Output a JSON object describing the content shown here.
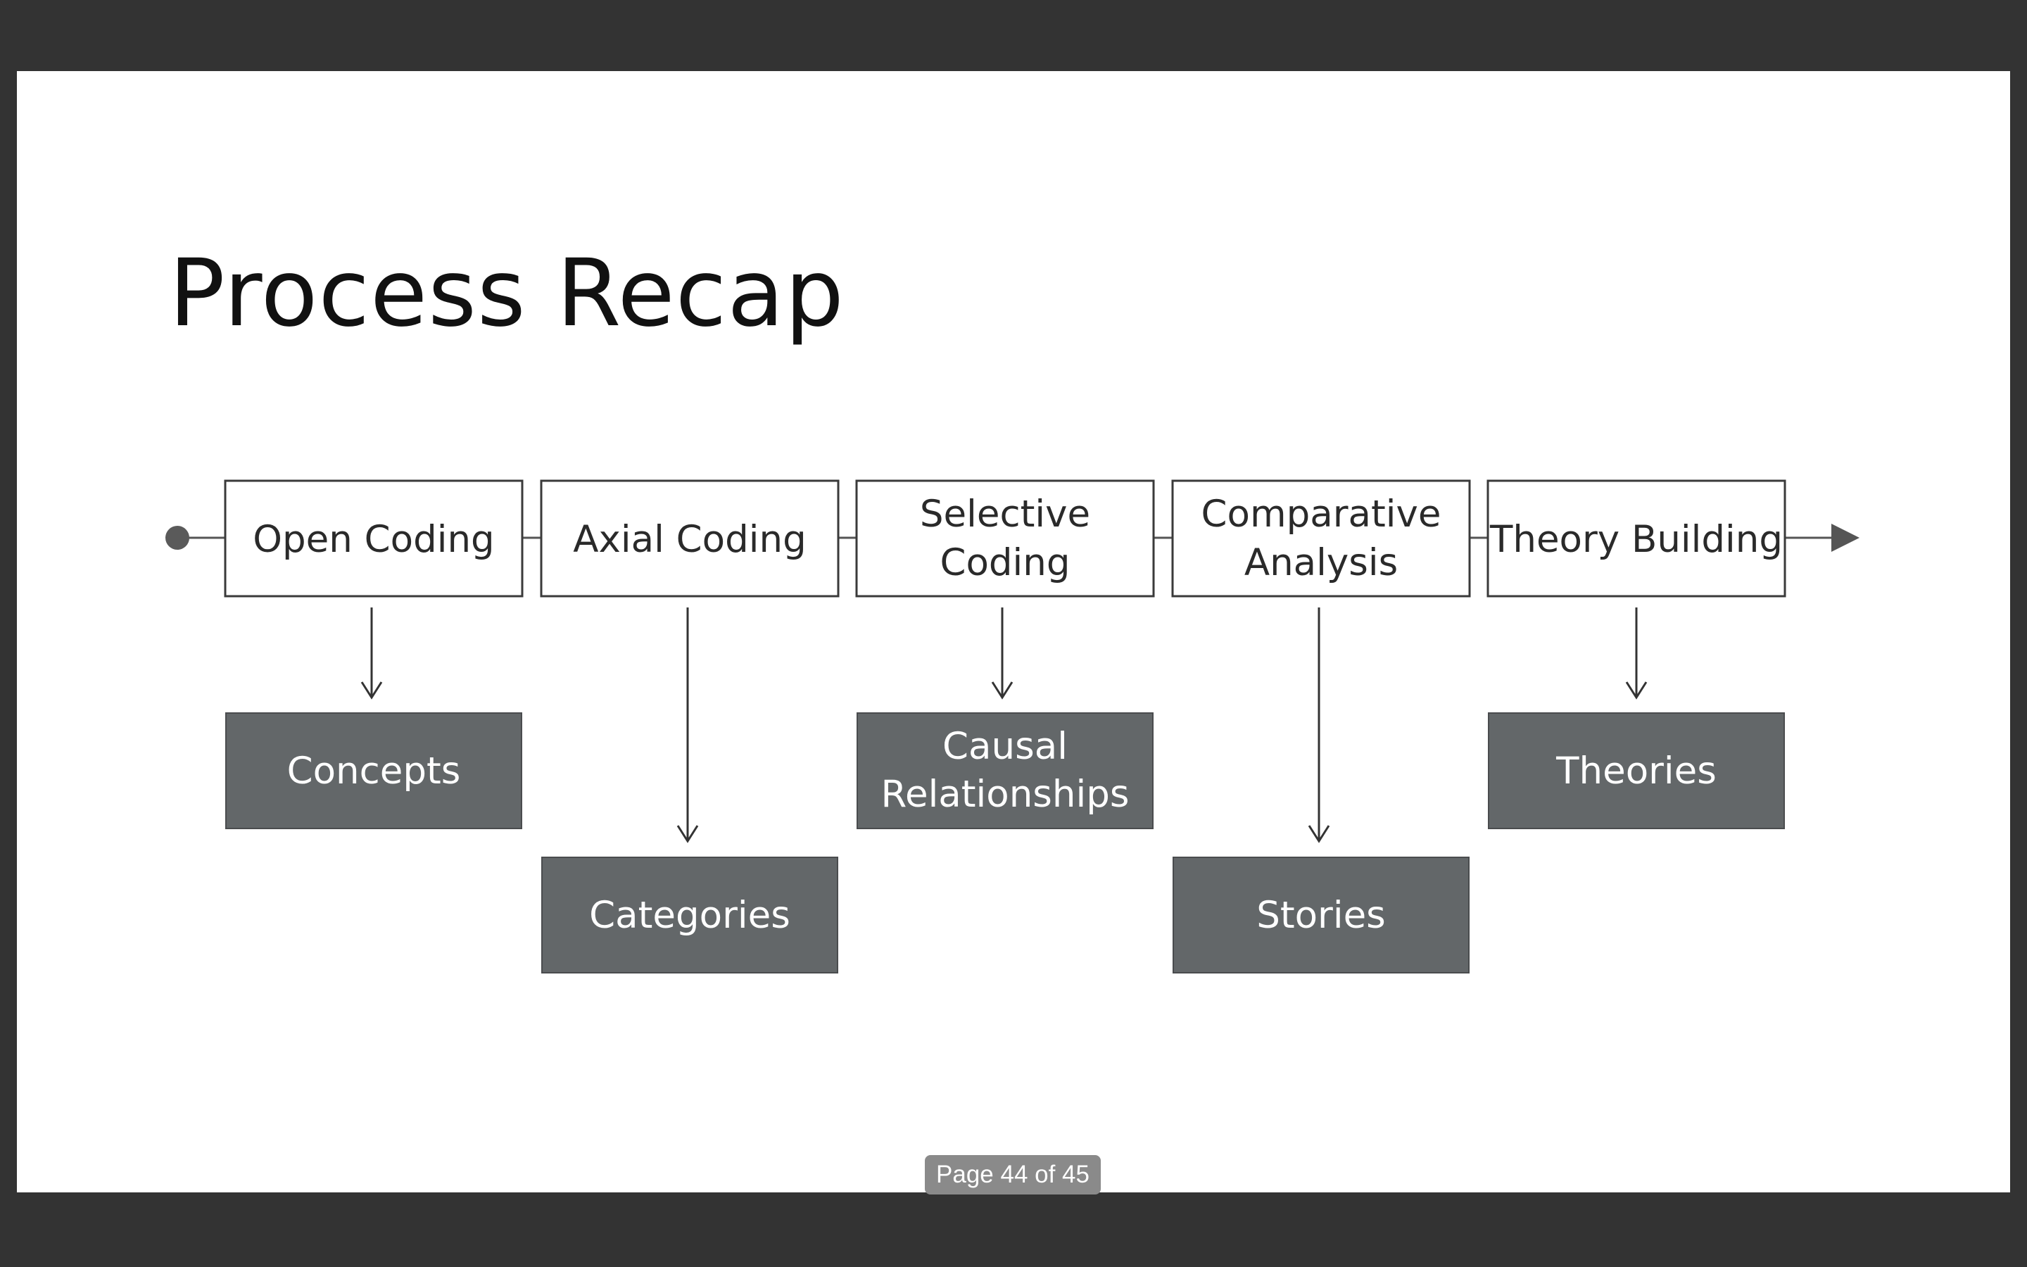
{
  "viewer": {
    "page_indicator": "Page 44 of 45"
  },
  "slide": {
    "title": "Process Recap",
    "process_steps": [
      {
        "lines": [
          "Open Coding"
        ]
      },
      {
        "lines": [
          "Axial Coding"
        ]
      },
      {
        "lines": [
          "Selective",
          "Coding"
        ]
      },
      {
        "lines": [
          "Comparative",
          "Analysis"
        ]
      },
      {
        "lines": [
          "Theory Building"
        ]
      }
    ],
    "outputs": [
      {
        "lines": [
          "Concepts"
        ]
      },
      {
        "lines": [
          "Categories"
        ]
      },
      {
        "lines": [
          "Causal",
          "Relationships"
        ]
      },
      {
        "lines": [
          "Stories"
        ]
      },
      {
        "lines": [
          "Theories"
        ]
      }
    ]
  },
  "colors": {
    "viewer_background": "#333333",
    "slide_background": "#ffffff",
    "output_box_fill": "#636769",
    "line_color": "#444444",
    "badge_background": "#8a8a8a"
  }
}
